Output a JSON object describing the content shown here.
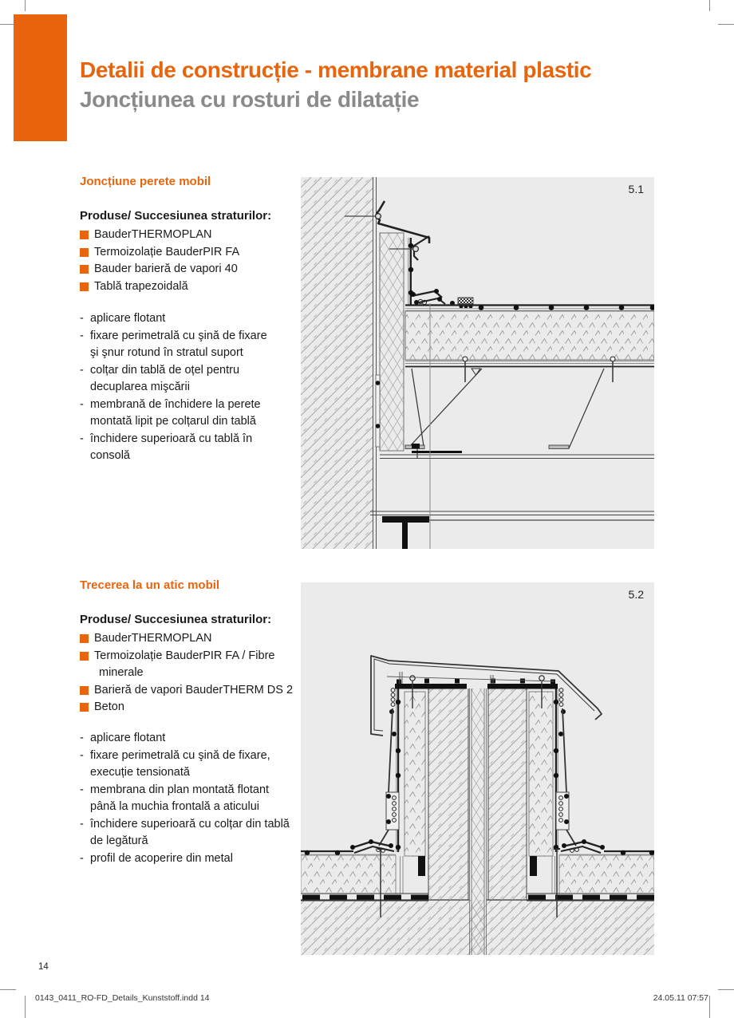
{
  "header": {
    "title": "Detalii de construcție - membrane material plastic",
    "subtitle": "Joncțiunea cu rosturi de dilatație"
  },
  "list_dash": "-",
  "sections": [
    {
      "heading": "Joncțiune perete mobil",
      "products_label": "Produse/ Succesiunea straturilor:",
      "products": [
        {
          "lines": [
            "BauderTHERMOPLAN"
          ]
        },
        {
          "lines": [
            "Termoizolație BauderPIR FA"
          ]
        },
        {
          "lines": [
            "Bauder barieră de vapori 40"
          ]
        },
        {
          "lines": [
            "Tablă trapezoidală"
          ]
        }
      ],
      "notes": [
        {
          "lines": [
            "aplicare flotant"
          ]
        },
        {
          "lines": [
            "fixare perimetrală cu şină de fixare",
            "şi şnur rotund în stratul suport"
          ]
        },
        {
          "lines": [
            "colțar din tablă de oțel pentru",
            "decuplarea mişcării"
          ]
        },
        {
          "lines": [
            "membrană de închidere la perete",
            "montată lipit pe colțarul din tablă"
          ]
        },
        {
          "lines": [
            "închidere superioară cu tablă în",
            "consolă"
          ]
        }
      ],
      "figure_label": "5.1"
    },
    {
      "heading": "Trecerea la un atic mobil",
      "products_label": "Produse/ Succesiunea straturilor:",
      "products": [
        {
          "lines": [
            "BauderTHERMOPLAN"
          ]
        },
        {
          "lines": [
            "Termoizolație BauderPIR FA / Fibre",
            "minerale"
          ]
        },
        {
          "lines": [
            "Barieră de vapori BauderTHERM DS 2"
          ]
        },
        {
          "lines": [
            "Beton"
          ]
        }
      ],
      "notes": [
        {
          "lines": [
            "aplicare flotant"
          ]
        },
        {
          "lines": [
            "fixare perimetrală cu şină de fixare,",
            "execuție tensionată"
          ]
        },
        {
          "lines": [
            "membrana din plan montată flotant",
            "până la muchia frontală a aticului"
          ]
        },
        {
          "lines": [
            "închidere superioară cu colțar din tablă",
            "de legătură"
          ]
        },
        {
          "lines": [
            "profil de acoperire din metal"
          ]
        }
      ],
      "figure_label": "5.2"
    }
  ],
  "footer": {
    "page_number": "14",
    "imprint": "0143_0411_RO-FD_Details_Kunststoff.indd   14",
    "datetime": "24.05.11   07:57"
  },
  "colors": {
    "accent_orange": "#e8650e",
    "subtitle_gray": "#8a8a8a",
    "figure_background": "#ebebeb"
  }
}
